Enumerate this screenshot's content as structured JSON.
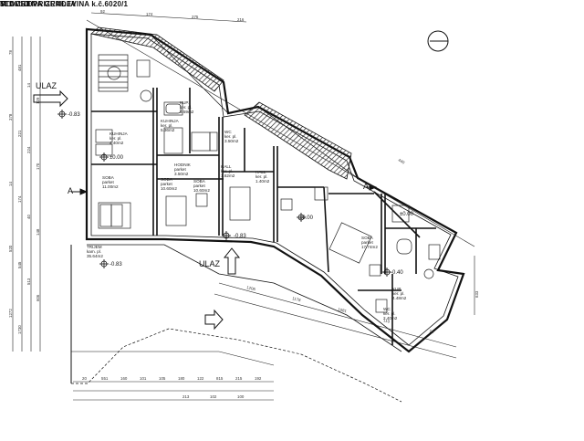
{
  "title": {
    "line1": "STAMBENA GRAĐEVINA k.č.6020/1",
    "line2": "TLOCRT PRIZEMLJA",
    "line3": "M 1 : 100"
  },
  "entrances": [
    "ULAZ",
    "ULAZ"
  ],
  "section_mark": "A",
  "levels": [
    "-0.83",
    "±0.00",
    "±0.00",
    "-0.83",
    "-0.83",
    "±0.00",
    "-0.40"
  ],
  "rooms": [
    {
      "name": "KUHINJA",
      "floor": "ker. pl.",
      "area": "4.40m2"
    },
    {
      "name": "KUHINJA",
      "floor": "ker. pl.",
      "area": "5.36m2"
    },
    {
      "name": "KUP.",
      "floor": "ker. pl.",
      "area": "3.59m2"
    },
    {
      "name": "WC",
      "floor": "ker. pl.",
      "area": "3.50m2"
    },
    {
      "name": "HODNIK",
      "floor": "parket",
      "area": "3.50m2"
    },
    {
      "name": "HALL",
      "floor": "ker. pl.",
      "area": "1.62m2"
    },
    {
      "name": "HALL",
      "floor": "ker. pl.",
      "area": "1.40m2"
    },
    {
      "name": "SOBA",
      "floor": "parket",
      "area": "11.00m2"
    },
    {
      "name": "SOBA",
      "floor": "parket",
      "area": "10.60m2"
    },
    {
      "name": "SOBA",
      "floor": "parket",
      "area": "10.60m2"
    },
    {
      "name": "SOBA",
      "floor": "parket",
      "area": "17.74m2"
    },
    {
      "name": "KUP.",
      "floor": "ker. pl.",
      "area": "4.48m2"
    },
    {
      "name": "WC",
      "floor": "ker. pl.",
      "area": "2.40m2"
    },
    {
      "name": "TRIJEM",
      "floor": "kam. pl.",
      "area": "35.64m2"
    }
  ],
  "dims_left": [
    "78",
    "481",
    "14",
    "129",
    "378",
    "221",
    "224",
    "170",
    "14",
    "174",
    "40",
    "148",
    "520",
    "545",
    "513",
    "606",
    "1272",
    "1730"
  ],
  "dims_top": [
    "92",
    "174",
    "275",
    "216"
  ],
  "dims_right": [
    "440",
    "633"
  ],
  "dims_bottom": [
    "20",
    "551",
    "160",
    "101",
    "105",
    "180",
    "122",
    "815",
    "215",
    "192",
    "213",
    "102",
    "100"
  ],
  "dims_lower": [
    "1206",
    "1178",
    "1081",
    "110",
    "76"
  ]
}
